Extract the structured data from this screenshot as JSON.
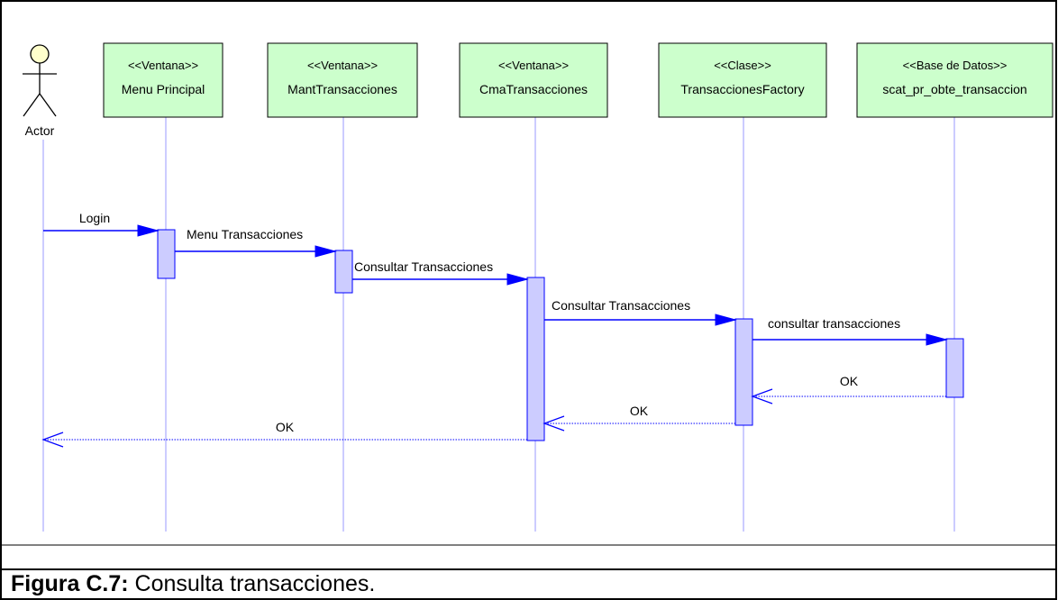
{
  "diagram": {
    "type": "sequence",
    "actor": {
      "label": "Actor"
    },
    "participants": [
      {
        "id": "menu",
        "stereotype": "<<Ventana>>",
        "name": "Menu Principal"
      },
      {
        "id": "mant",
        "stereotype": "<<Ventana>>",
        "name": "MantTransacciones"
      },
      {
        "id": "cma",
        "stereotype": "<<Ventana>>",
        "name": "CmaTransacciones"
      },
      {
        "id": "factory",
        "stereotype": "<<Clase>>",
        "name": "TransaccionesFactory"
      },
      {
        "id": "db",
        "stereotype": "<<Base de Datos>>",
        "name": "scat_pr_obte_transaccion"
      }
    ],
    "messages": [
      {
        "from": "actor",
        "to": "menu",
        "label": "Login",
        "kind": "call"
      },
      {
        "from": "menu",
        "to": "mant",
        "label": "Menu Transacciones",
        "kind": "call"
      },
      {
        "from": "mant",
        "to": "cma",
        "label": "Consultar Transacciones",
        "kind": "call"
      },
      {
        "from": "cma",
        "to": "factory",
        "label": "Consultar Transacciones",
        "kind": "call"
      },
      {
        "from": "factory",
        "to": "db",
        "label": "consultar transacciones",
        "kind": "call"
      },
      {
        "from": "db",
        "to": "factory",
        "label": "OK",
        "kind": "return"
      },
      {
        "from": "factory",
        "to": "cma",
        "label": "OK",
        "kind": "return"
      },
      {
        "from": "cma",
        "to": "actor",
        "label": "OK",
        "kind": "return"
      }
    ],
    "colors": {
      "participant_fill": "#ccffcc",
      "activation_fill": "#ccccff",
      "message": "#0000ff",
      "lifeline": "#9999ff",
      "actor_head": "#ffffcc"
    }
  },
  "caption": {
    "label": "Figura C.7:",
    "text": "Consulta transacciones."
  }
}
